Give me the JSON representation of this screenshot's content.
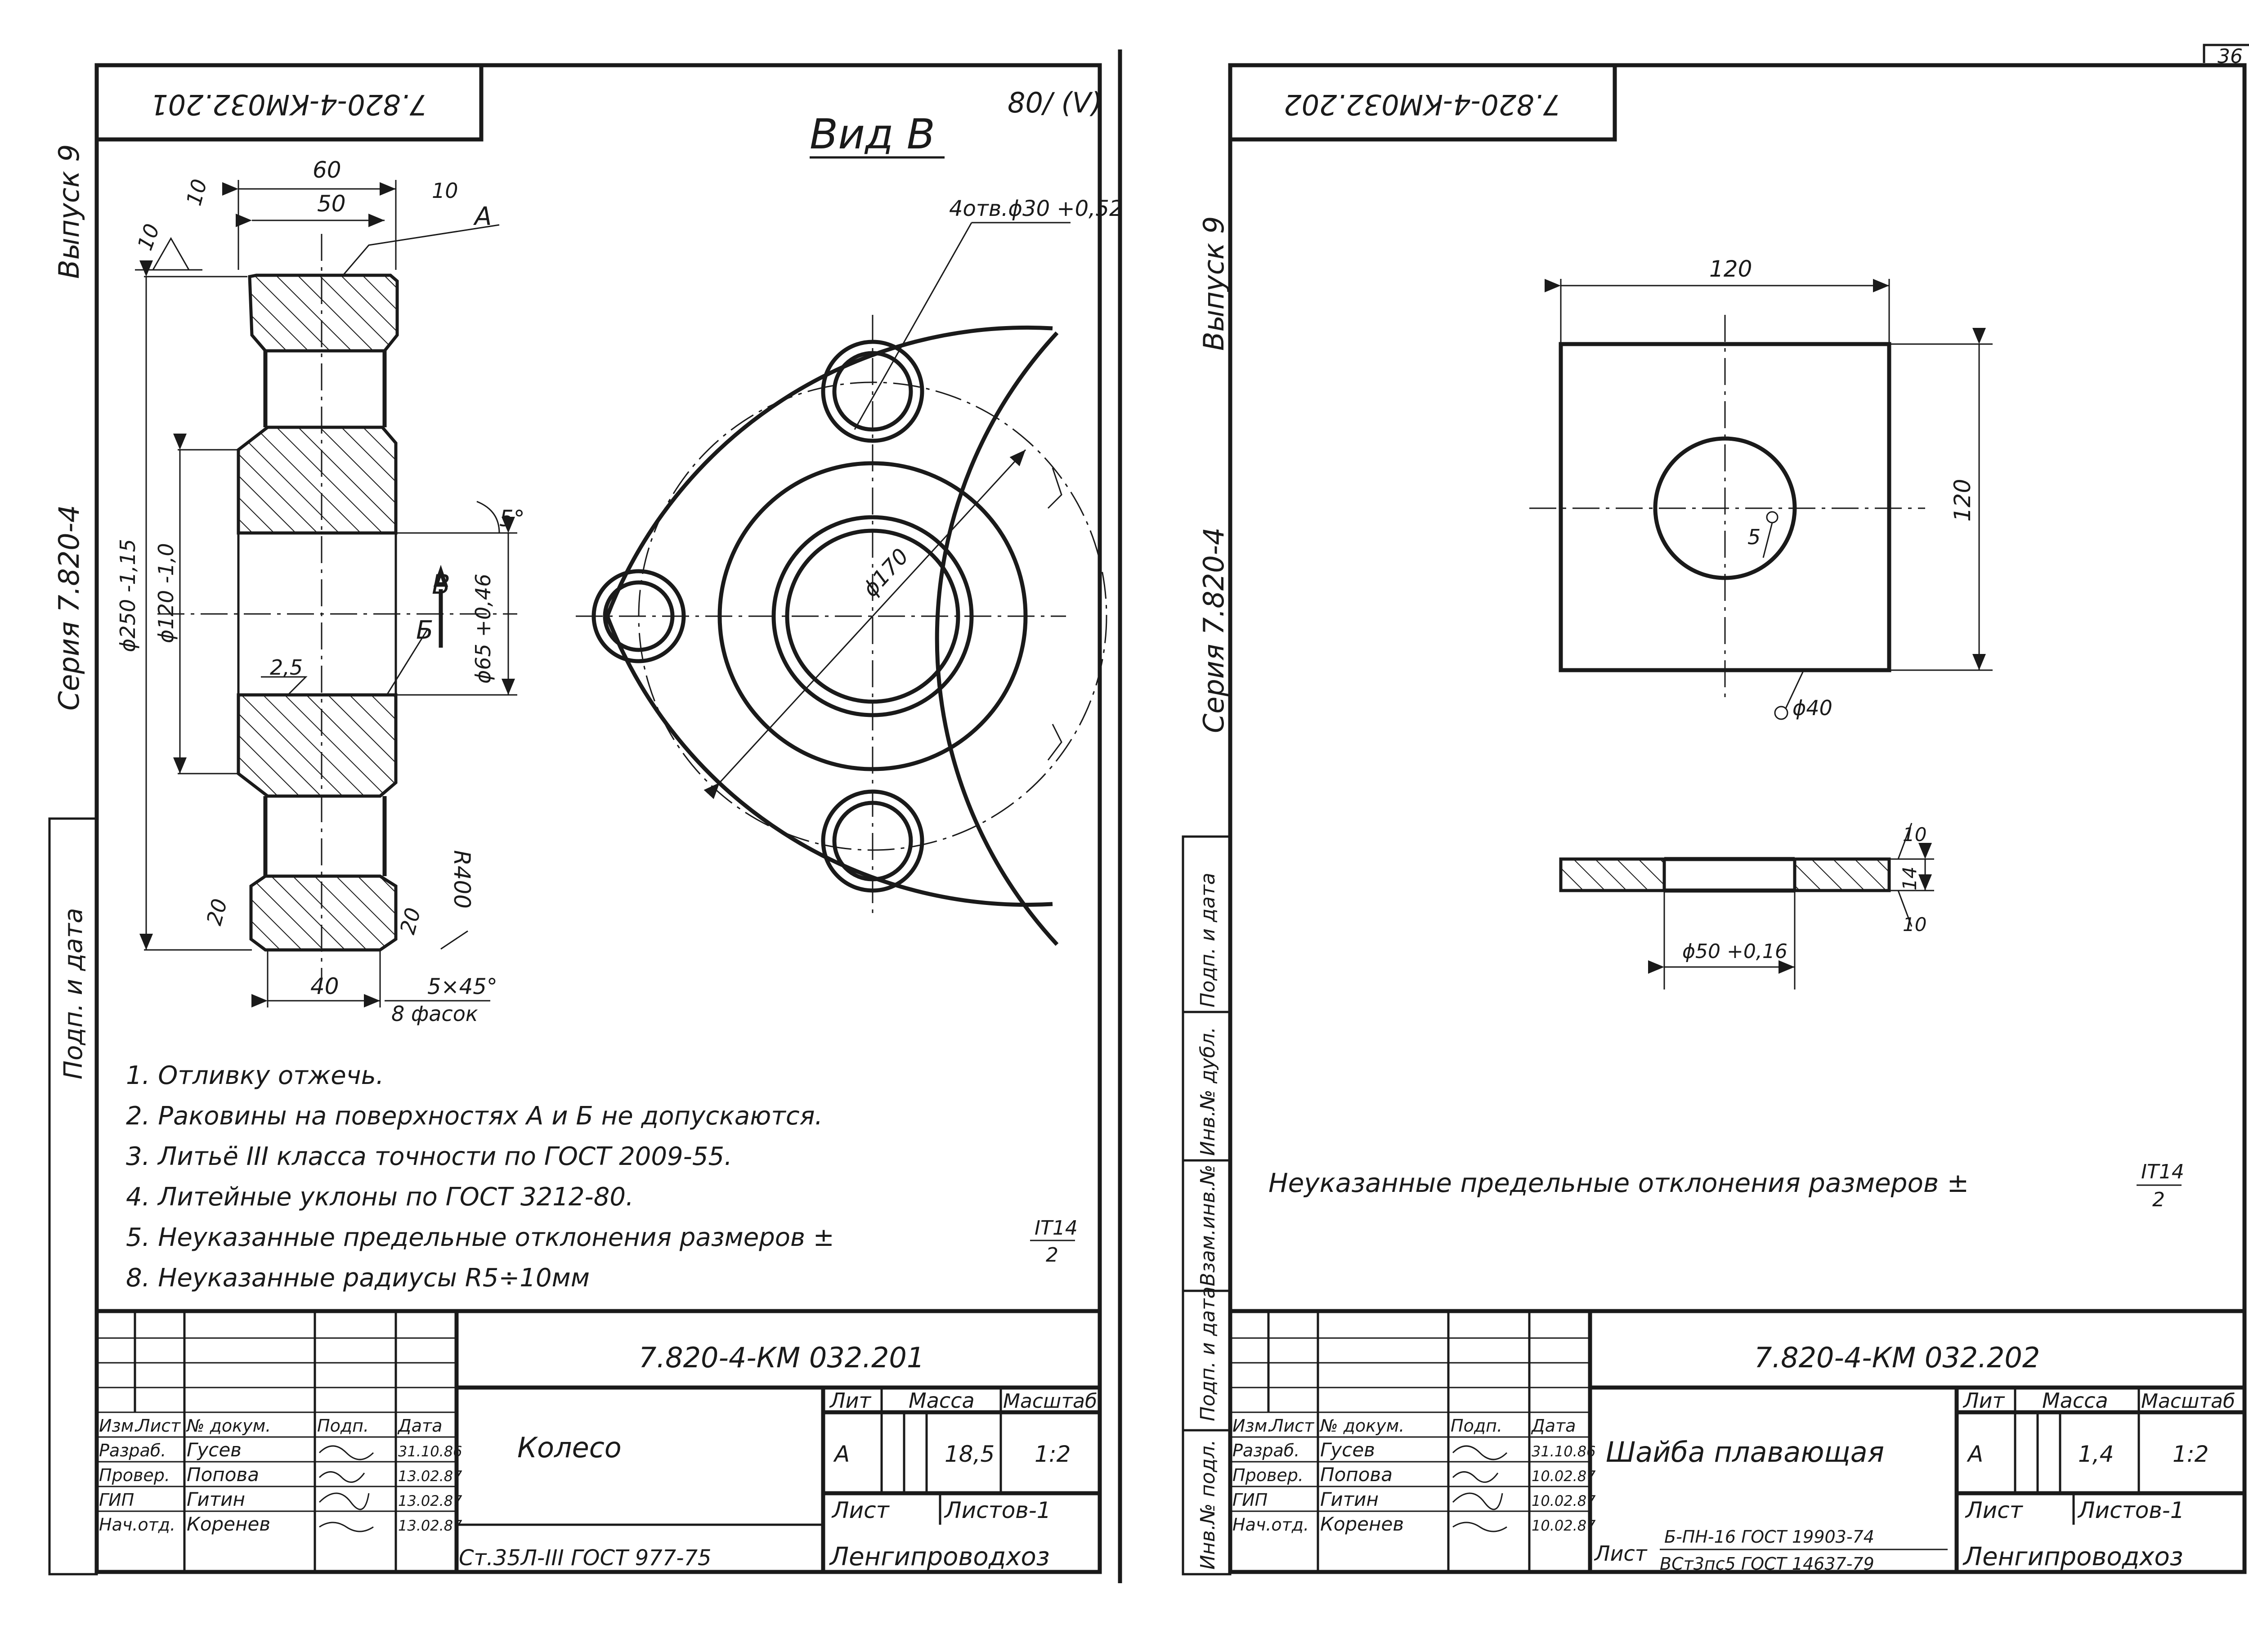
{
  "page": {
    "sheet_number": "36"
  },
  "left": {
    "stamp_code": "7.820-4-КМ032.201",
    "roughness": "80/ (V)",
    "view_label": "Вид В",
    "side_series": "Серия 7.820-4",
    "side_issue": "Выпуск 9",
    "side_strip": "Подп. и дата",
    "dims": {
      "d60": "60",
      "d50": "50",
      "r10a": "10",
      "r10b": "10",
      "r10c": "10",
      "mark_a": "А",
      "holes": "4отв.ϕ30 +0,52",
      "d250": "ϕ250 -1,15",
      "d120": "ϕ120 -1,0",
      "d65": "ϕ65 +0,46",
      "angle5": "5°",
      "mark_b": "Б",
      "view_b": "В",
      "d170": "ϕ170",
      "r25": "2,5",
      "r20a": "20",
      "r20b": "20",
      "r400": "R400",
      "d40": "40",
      "chamfer": "5×45°",
      "chamfer_count": "8 фасок"
    },
    "notes": [
      "1. Отливку отжечь.",
      "2. Раковины на поверхностях А и Б не допускаются.",
      "3. Литьё III класса точности по ГОСТ 2009-55.",
      "4. Литейные уклоны по ГОСТ 3212-80.",
      "5. Неуказанные предельные отклонения размеров ±",
      "8. Неуказанные радиусы R5÷10мм"
    ],
    "tolerance": {
      "num": "IT14",
      "den": "2"
    },
    "title_block": {
      "code": "7.820-4-КМ 032.201",
      "name": "Колесо",
      "material": "Ст.35Л-III ГОСТ 977-75",
      "org": "Ленгипроводхоз",
      "hdr_lit": "Лит",
      "hdr_mass": "Масса",
      "hdr_scale": "Масштаб",
      "lit": "А",
      "mass": "18,5",
      "scale": "1:2",
      "sheet": "Лист",
      "sheets": "Листов-1",
      "col_izm": "Изм.",
      "col_list": "Лист",
      "col_doc": "№ докум.",
      "col_sign": "Подп.",
      "col_date": "Дата",
      "rows": [
        {
          "role": "Разраб.",
          "name": "Гусев",
          "date": "31.10.86"
        },
        {
          "role": "Провер.",
          "name": "Попова",
          "date": "13.02.87"
        },
        {
          "role": "ГИП",
          "name": "Гитин",
          "date": "13.02.87"
        },
        {
          "role": "Нач.отд.",
          "name": "Коренев",
          "date": "13.02.87"
        }
      ]
    }
  },
  "right": {
    "stamp_code": "7.820-4-КМ032.202",
    "side_series": "Серия 7.820-4",
    "side_issue": "Выпуск 9",
    "side_strip": [
      "Инв.№ подл.",
      "Подп. и дата",
      "Взам.инв.№",
      "Инв.№ дубл.",
      "Подп. и дата"
    ],
    "dims": {
      "w120": "120",
      "h120": "120",
      "r5": "5",
      "d40": "ϕ40",
      "r10a": "10",
      "t14": "14",
      "r10b": "10",
      "d50": "ϕ50 +0,16"
    },
    "note": "Неуказанные предельные отклонения размеров ±",
    "tolerance": {
      "num": "IT14",
      "den": "2"
    },
    "title_block": {
      "code": "7.820-4-КМ 032.202",
      "name": "Шайба плавающая",
      "material_label": "Лист",
      "material_top": "Б-ПН-16 ГОСТ 19903-74",
      "material_bottom": "ВСт3пс5 ГОСТ 14637-79",
      "org": "Ленгипроводхоз",
      "hdr_lit": "Лит",
      "hdr_mass": "Масса",
      "hdr_scale": "Масштаб",
      "lit": "А",
      "mass": "1,4",
      "scale": "1:2",
      "sheet": "Лист",
      "sheets": "Листов-1",
      "col_izm": "Изм.",
      "col_list": "Лист",
      "col_doc": "№ докум.",
      "col_sign": "Подп.",
      "col_date": "Дата",
      "rows": [
        {
          "role": "Разраб.",
          "name": "Гусев",
          "date": "31.10.86"
        },
        {
          "role": "Провер.",
          "name": "Попова",
          "date": "10.02.87"
        },
        {
          "role": "ГИП",
          "name": "Гитин",
          "date": "10.02.87"
        },
        {
          "role": "Нач.отд.",
          "name": "Коренев",
          "date": "10.02.87"
        }
      ]
    }
  }
}
